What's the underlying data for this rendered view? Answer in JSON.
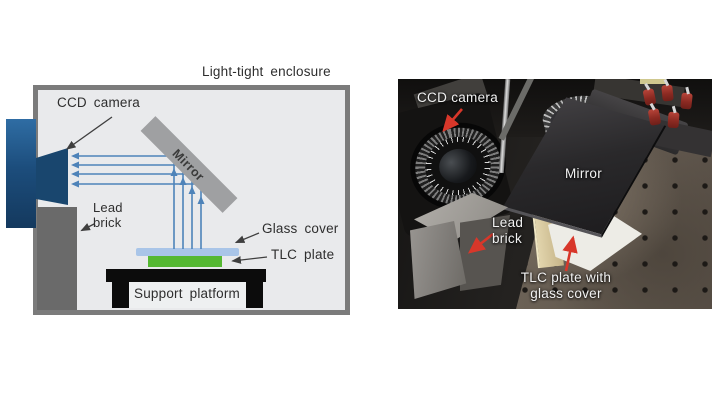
{
  "diagram": {
    "enclosure_label": "Light-tight enclosure",
    "camera_label": "CCD camera",
    "mirror_label": "Mirror",
    "lead_brick_line1": "Lead",
    "lead_brick_line2": "brick",
    "glass_cover_label": "Glass cover",
    "tlc_plate_label": "TLC plate",
    "support_platform_label": "Support platform",
    "colors": {
      "enclosure_fill": "#e9eaec",
      "enclosure_border": "#7b7b7b",
      "camera_blue": "#1c4d7c",
      "lead_brick_gray": "#6a6a6a",
      "mirror_gray": "#9fa0a2",
      "ray_blue": "#4e83b9",
      "glass_cover_blue": "#a9c5e8",
      "tlc_green": "#55b832",
      "platform_black": "#0c0c0c",
      "label_text": "#2e2e2e"
    }
  },
  "photo": {
    "camera_label": "CCD camera",
    "mirror_label": "Mirror",
    "lead_brick_line1": "Lead",
    "lead_brick_line2": "brick",
    "tlc_line1": "TLC plate with",
    "tlc_line2": "glass cover",
    "colors": {
      "arrow_red": "#d8372a",
      "photo_label_text": "#f2f2f2"
    }
  }
}
